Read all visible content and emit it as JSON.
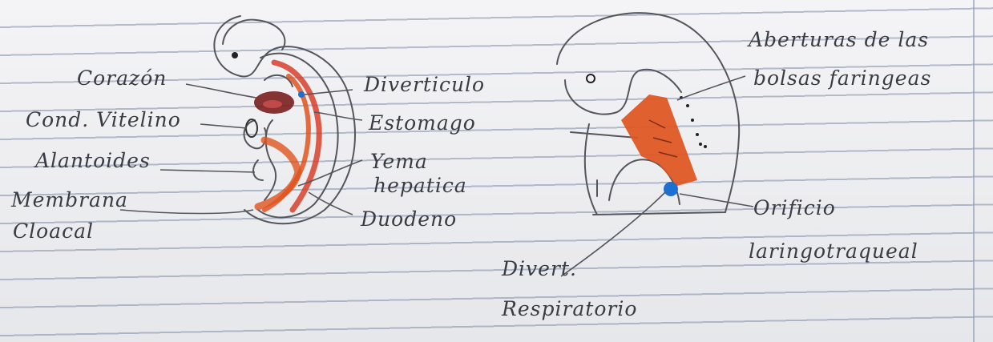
{
  "diagram_left": {
    "labels_left": [
      "Corazón",
      "Cond. Vitelino",
      "Alantoides",
      "Membrana",
      "Cloacal"
    ],
    "labels_right": [
      "Diverticulo",
      "Estomago",
      "Yema",
      "hepatica",
      "Duodeno"
    ]
  },
  "diagram_right": {
    "top_label": [
      "Aberturas de las",
      "bolsas faringeas"
    ],
    "right_label": [
      "Orificio",
      "laringotraqueal"
    ],
    "bottom_label": [
      "Divert.",
      "Respiratorio"
    ]
  },
  "colors": {
    "ink": "#3a3c44",
    "pencil": "#55565c",
    "orange_marker": "#e0541e",
    "red_marker": "#d8402a",
    "dark_red": "#7a1e1e",
    "blue_marker": "#1f6fd0"
  }
}
